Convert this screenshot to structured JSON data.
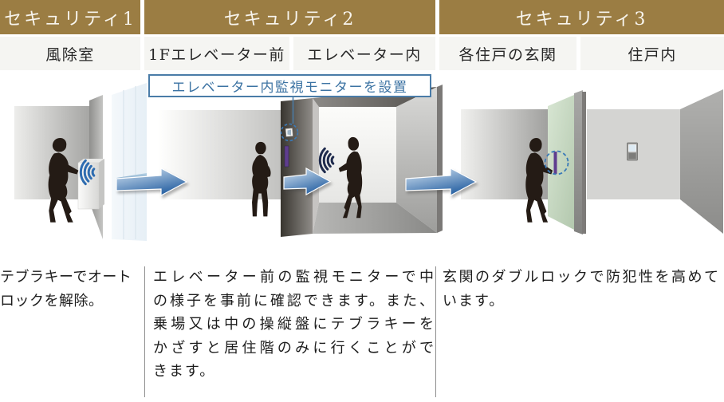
{
  "palette": {
    "header_gold": "#9b7d43",
    "header_text": "#f8f5ee",
    "sublabel_bg": "#f5f5f2",
    "body_text": "#1c1c1c",
    "callout_blue": "#4a7ca8",
    "arrow_blue": "#2b64a4",
    "highlight_dash_blue": "#3a7ab8",
    "signal_wave_blue": "#2e6cb0",
    "signal_wave_navy": "#1f2b4d",
    "silhouette": "#241b15",
    "door_green": "#c9dcc5",
    "panel_purple": "#5f3d8f"
  },
  "sections": [
    {
      "title": "セキュリティ1",
      "locations": [
        "風除室"
      ],
      "description_lines": [
        "テブラキーでオート",
        "ロックを解除。"
      ]
    },
    {
      "title": "セキュリティ2",
      "locations": [
        "1Fエレベーター前",
        "エレベーター内"
      ],
      "callout": "エレベーター内監視モニターを設置",
      "description_lines": [
        "エレベーター前の監視モニターで中",
        "の様子を事前に確認できます。また、",
        "乗場又は中の操縦盤にテブラキーを",
        "かざすと居住階のみに行くことがで",
        "きます。"
      ]
    },
    {
      "title": "セキュリティ3",
      "locations": [
        "各住戸の玄関",
        "住戸内"
      ],
      "description_lines": [
        "玄関のダブルロックで防犯性を高めて",
        "います。"
      ]
    }
  ]
}
